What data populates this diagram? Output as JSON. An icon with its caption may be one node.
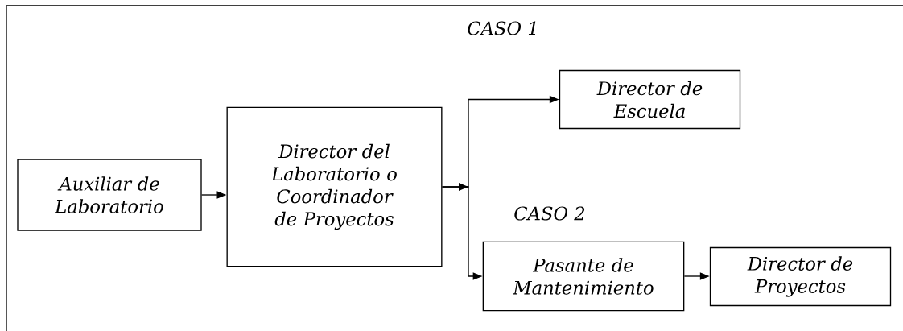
{
  "diagram": {
    "nodes": [
      {
        "text": [
          "Auxiliar de Laboratorio"
        ]
      },
      {
        "text": [
          "Director del Laboratorio o Coordinador de Proyectos"
        ]
      },
      {
        "text": [
          "Director de Escuela"
        ]
      },
      {
        "text": [
          "Pasante de Mantenimiento"
        ]
      },
      {
        "text": [
          "Director de Proyectos"
        ]
      }
    ],
    "edges": [
      {
        "from": 0,
        "to": 1,
        "arrow": "to"
      },
      {
        "from": 1,
        "to": 2,
        "arrow": "to"
      },
      {
        "from": 1,
        "to": 3,
        "arrow": "to"
      },
      {
        "from": 3,
        "to": 4,
        "arrow": "to"
      }
    ],
    "labels": [
      "CASO 1",
      "CASO 2"
    ]
  }
}
